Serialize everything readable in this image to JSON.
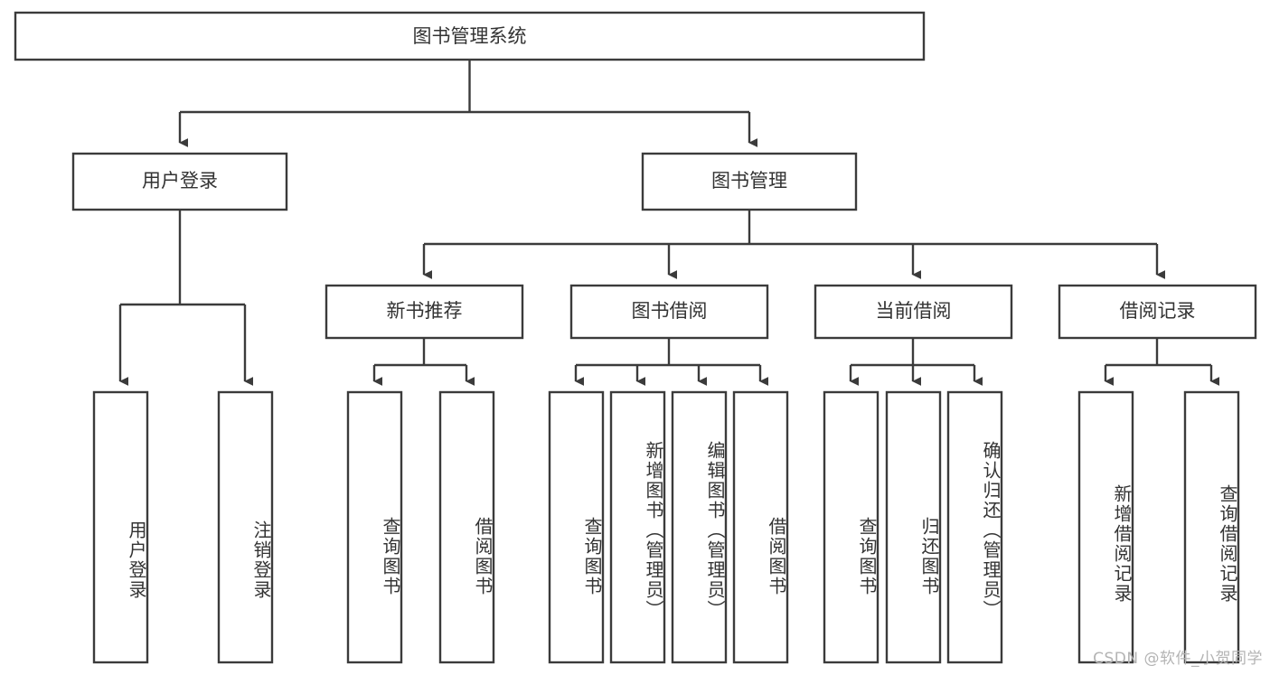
{
  "diagram": {
    "type": "tree",
    "title": "图书管理系统",
    "watermark": "CSDN @软件_小贺同学",
    "colors": {
      "stroke": "#3b3b3b",
      "text": "#333333",
      "background": "#ffffff",
      "watermark": "#b4b4b4"
    },
    "levels": {
      "root": {
        "label": "图书管理系统"
      },
      "level2": [
        {
          "label": "用户登录"
        },
        {
          "label": "图书管理"
        }
      ],
      "level3": [
        {
          "label": "新书推荐"
        },
        {
          "label": "图书借阅"
        },
        {
          "label": "当前借阅"
        },
        {
          "label": "借阅记录"
        }
      ],
      "leaves": [
        {
          "label": "用户登录",
          "parent": "用户登录"
        },
        {
          "label": "注销登录",
          "parent": "用户登录"
        },
        {
          "label": "查询图书",
          "parent": "新书推荐"
        },
        {
          "label": "借阅图书",
          "parent": "新书推荐"
        },
        {
          "label": "查询图书",
          "parent": "图书借阅"
        },
        {
          "label": "新增图书（管理员）",
          "parent": "图书借阅"
        },
        {
          "label": "编辑图书（管理员）",
          "parent": "图书借阅"
        },
        {
          "label": "借阅图书",
          "parent": "图书借阅"
        },
        {
          "label": "查询图书",
          "parent": "当前借阅"
        },
        {
          "label": "归还图书",
          "parent": "当前借阅"
        },
        {
          "label": "确认归还（管理员）",
          "parent": "当前借阅"
        },
        {
          "label": "新增借阅记录",
          "parent": "借阅记录"
        },
        {
          "label": "查询借阅记录",
          "parent": "借阅记录"
        }
      ]
    }
  }
}
